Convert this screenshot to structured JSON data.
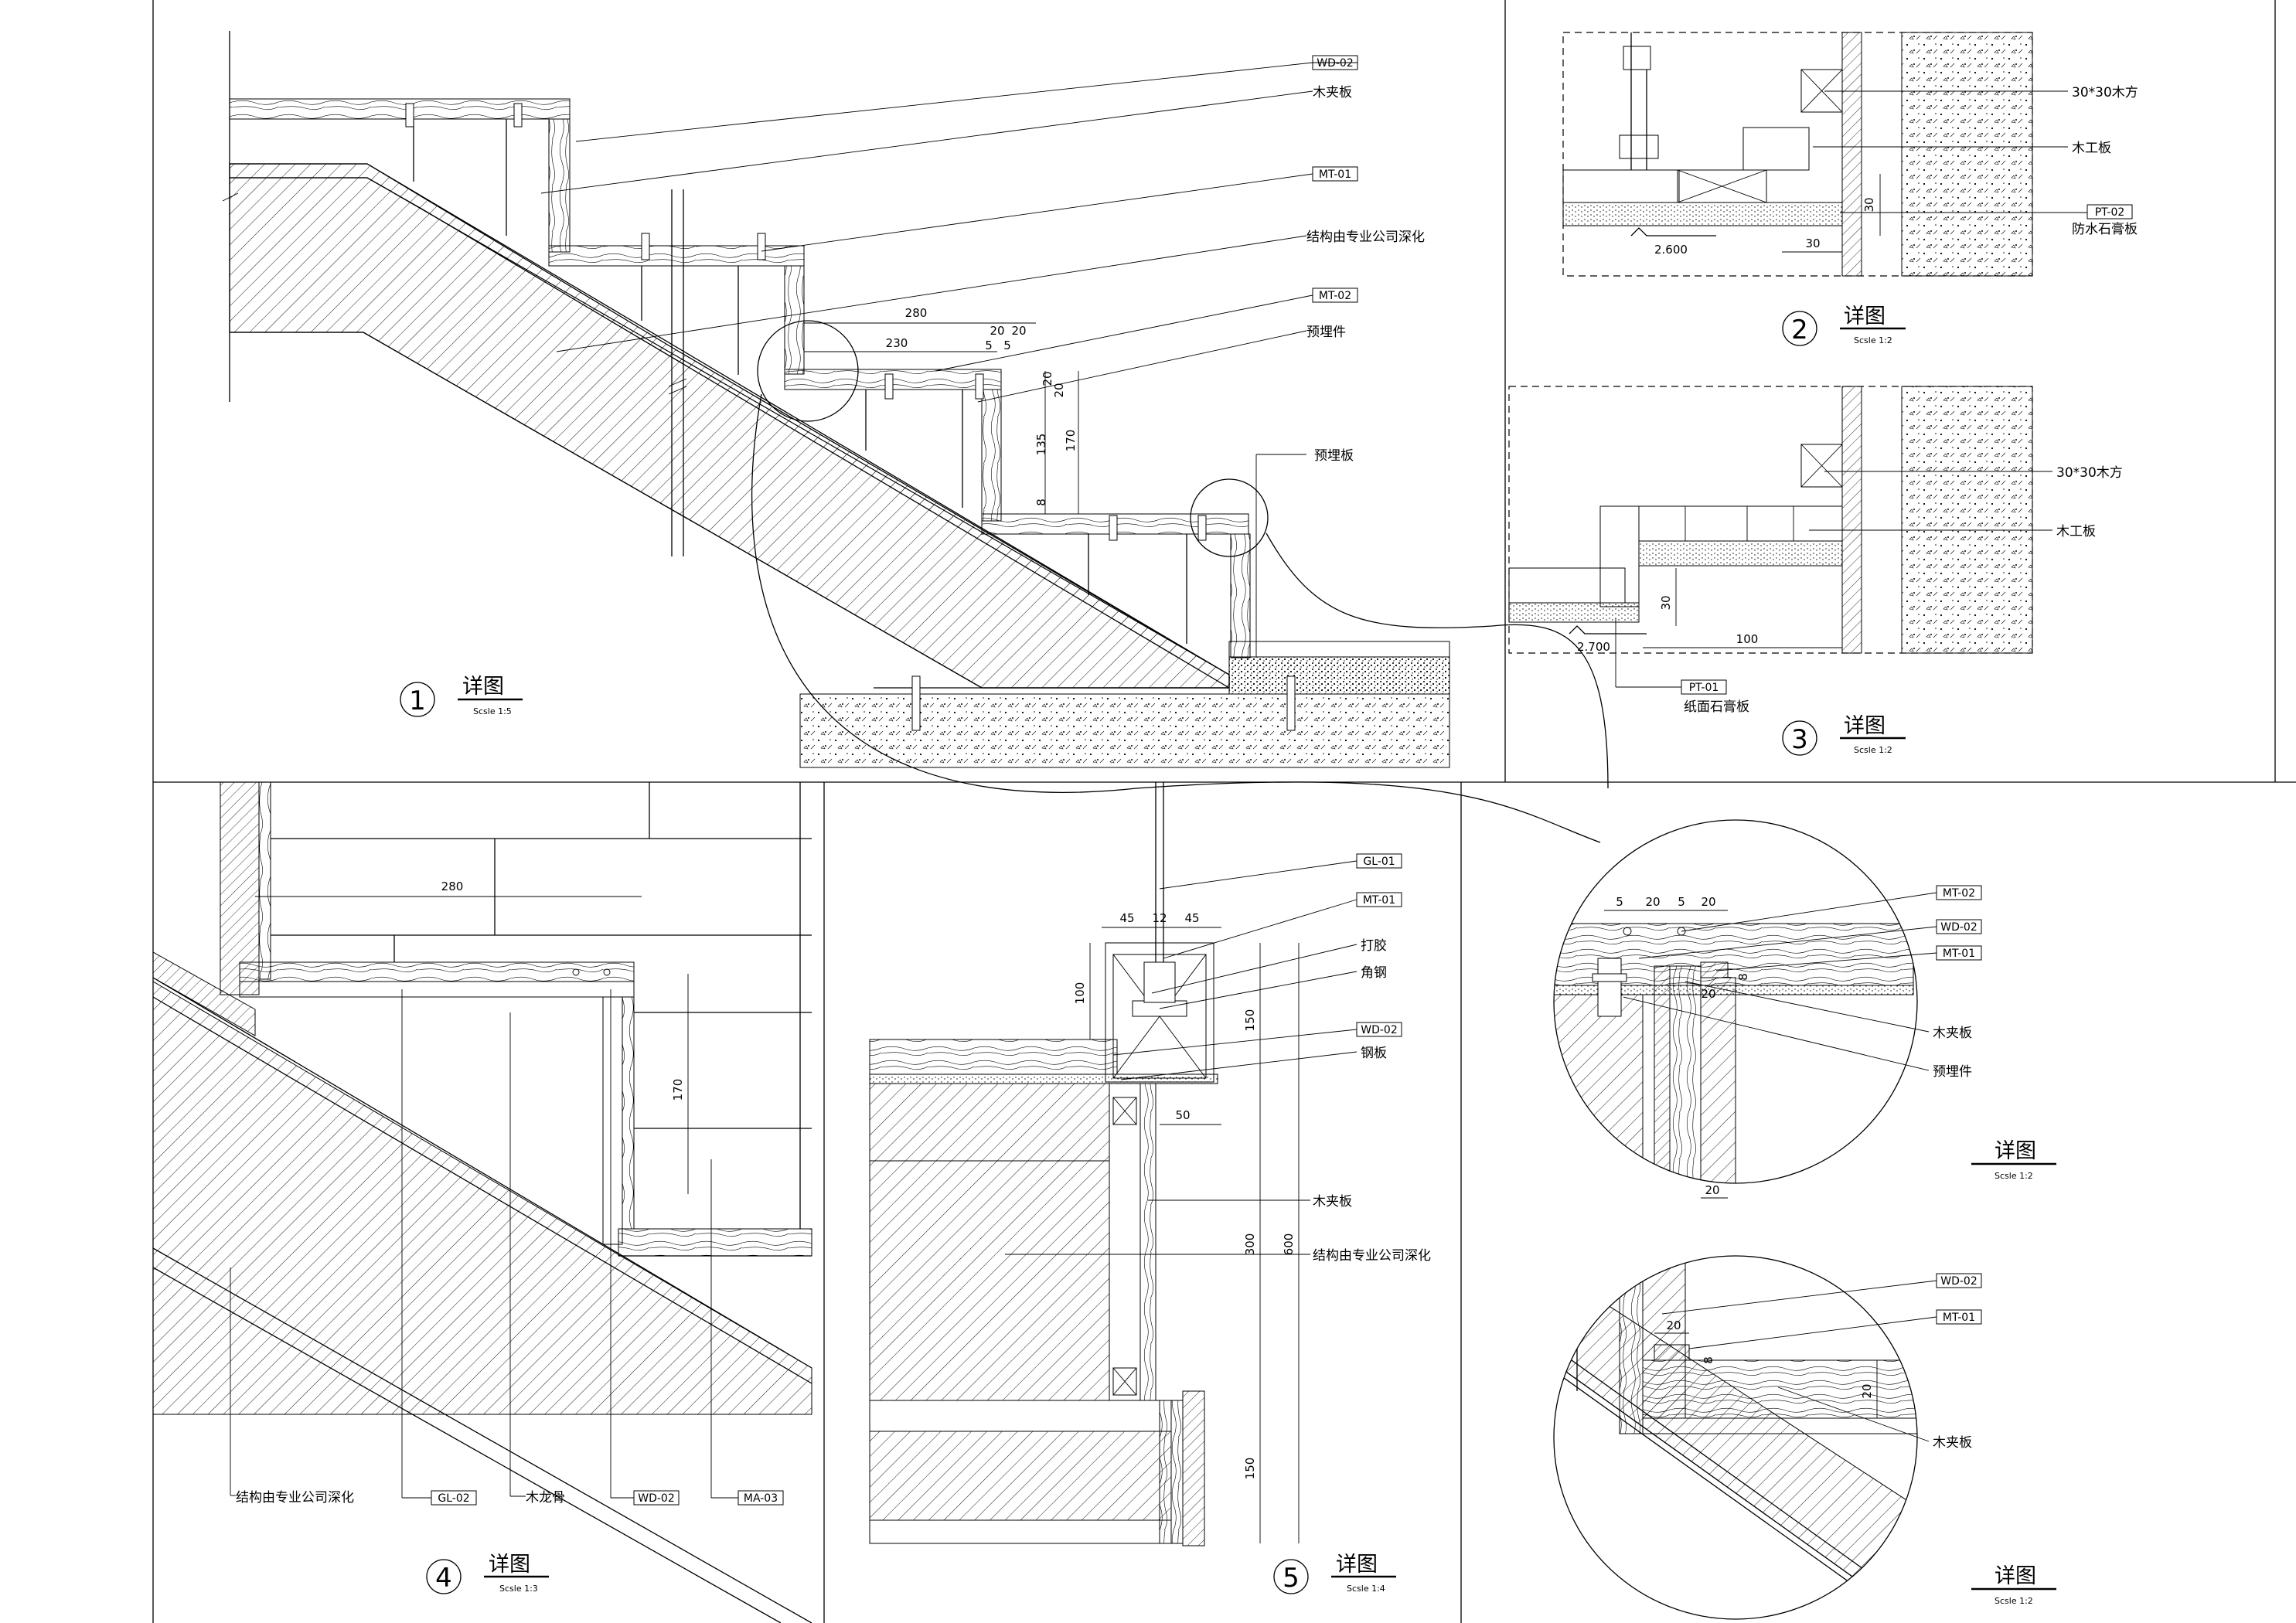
{
  "panels": {
    "p1": {
      "number": "1",
      "title": "详图",
      "scale": "Scsle 1:5"
    },
    "p2": {
      "number": "2",
      "title": "详图",
      "scale": "Scsle 1:2"
    },
    "p3": {
      "number": "3",
      "title": "详图",
      "scale": "Scsle 1:2"
    },
    "p4": {
      "number": "4",
      "title": "详图",
      "scale": "Scsle 1:3"
    },
    "p5": {
      "number": "5",
      "title": "详图",
      "scale": "Scsle 1:4"
    },
    "p6": {
      "title": "详图",
      "scale": "Scsle 1:2"
    },
    "p7": {
      "title": "详图",
      "scale": "Scsle 1:2"
    }
  },
  "p1_labels": {
    "wd02": "WD-02",
    "mujiaban": "木夹板",
    "mt01": "MT-01",
    "structure": "结构由专业公司深化",
    "mt02": "MT-02",
    "yumaijian": "预埋件",
    "yumaiban": "预埋板"
  },
  "p1_dims": {
    "d280": "280",
    "d230": "230",
    "d20a": "20",
    "d20b": "20",
    "d5a": "5",
    "d5b": "5",
    "d20v": "20",
    "d20v2": "20",
    "d135": "135",
    "d170": "170",
    "d8": "8"
  },
  "p2_labels": {
    "wood_sq": "30*30木方",
    "mugongban": "木工板",
    "pt02": "PT-02",
    "waterproof": "防水石膏板",
    "d30v": "30",
    "d30h": "30",
    "elev": "2.600"
  },
  "p3_labels": {
    "wood_sq": "30*30木方",
    "mugongban": "木工板",
    "pt01": "PT-01",
    "paper": "纸面石膏板",
    "d30": "30",
    "d100": "100",
    "elev": "2.700"
  },
  "p4_labels": {
    "d280": "280",
    "d170": "170",
    "structure": "结构由专业公司深化",
    "gl02": "GL-02",
    "mulonggu": "木龙骨",
    "wd02": "WD-02",
    "ma03": "MA-03"
  },
  "p5_labels": {
    "gl01": "GL-01",
    "mt01": "MT-01",
    "dajiao": "打胶",
    "jiaogang": "角钢",
    "wd02": "WD-02",
    "gangban": "钢板",
    "mujiaban": "木夹板",
    "structure": "结构由专业公司深化",
    "d45a": "45",
    "d12": "12",
    "d45b": "45",
    "d100": "100",
    "d150a": "150",
    "d50": "50",
    "d300": "300",
    "d600": "600",
    "d150b": "150"
  },
  "p6_labels": {
    "mt02": "MT-02",
    "wd02": "WD-02",
    "mt01": "MT-01",
    "mujiaban": "木夹板",
    "yumaijian": "预埋件",
    "d5a": "5",
    "d20a": "20",
    "d5b": "5",
    "d20b": "20",
    "d8": "8",
    "d20c": "20",
    "d20d": "20"
  },
  "p7_labels": {
    "wd02": "WD-02",
    "mt01": "MT-01",
    "mujiaban": "木夹板",
    "d20a": "20",
    "d8": "8",
    "d20b": "20"
  }
}
